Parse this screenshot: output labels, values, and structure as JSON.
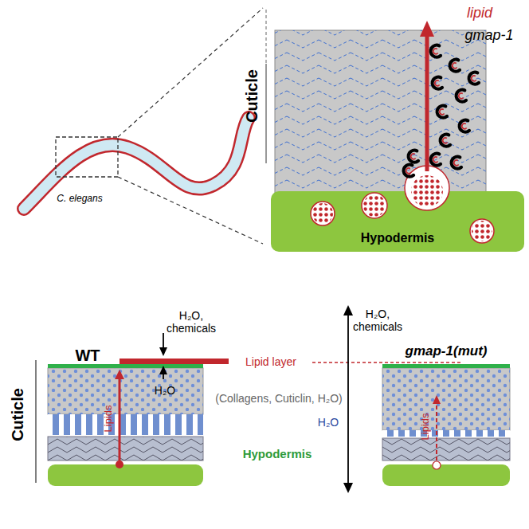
{
  "diagram": {
    "nodes": [
      {
        "text": [
          "Hypodermis"
        ]
      }
    ],
    "labels": [
      "C. elegans",
      "Cuticle",
      "lipid",
      "gmap-1",
      "Cuticle",
      "WT",
      "H₂O, chemicals",
      "H₂O",
      "Lipid layer",
      "Lipids",
      "(Collagens, Cuticlin, H₂O)",
      "H₂O",
      "Hypodermis",
      "H₂O, chemicals",
      "gmap-1(mut)",
      "Lipids"
    ]
  }
}
